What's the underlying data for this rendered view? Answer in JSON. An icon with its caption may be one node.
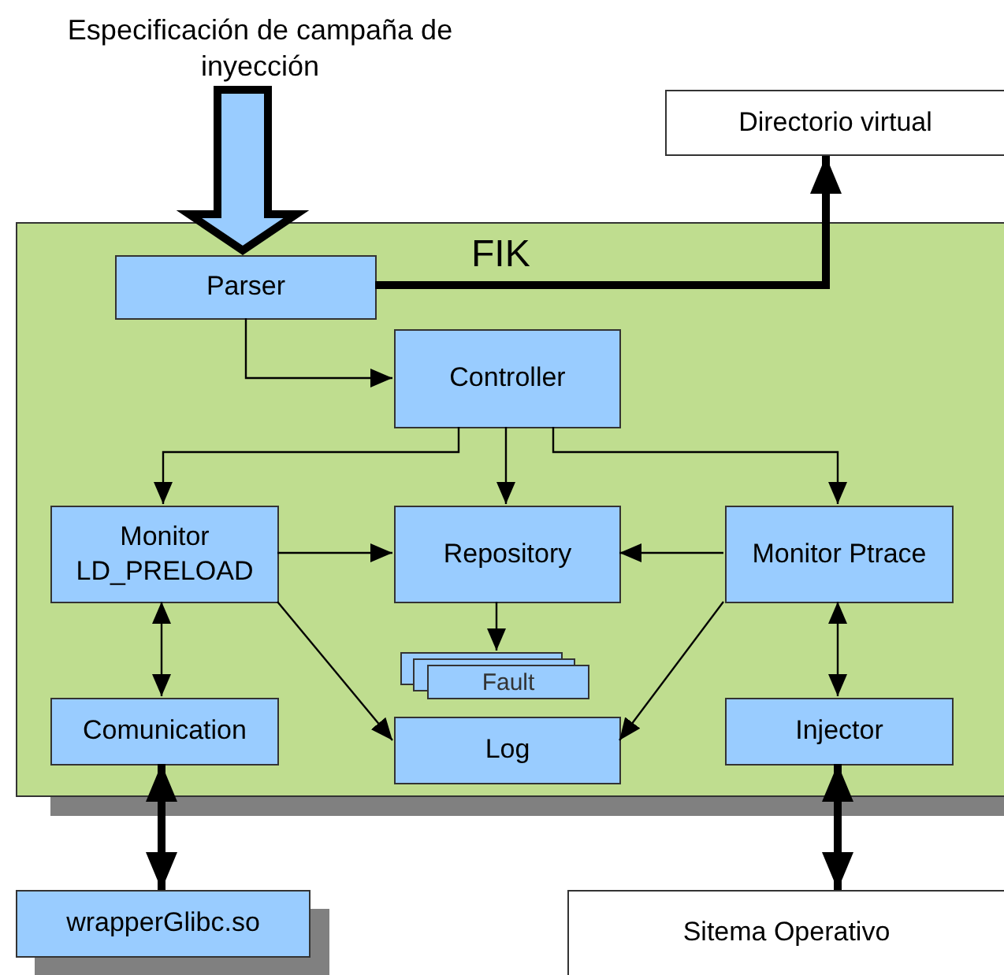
{
  "diagram": {
    "nodes": [
      {
        "text": [
          "Especificación de campaña de inyección"
        ]
      },
      {
        "text": [
          "Directorio virtual"
        ]
      },
      {
        "text": [
          "FIK"
        ]
      },
      {
        "text": [
          "Parser"
        ],
        "in": 2
      },
      {
        "text": [
          "Controller"
        ],
        "in": 2
      },
      {
        "text": [
          "Monitor LD_PRELOAD"
        ],
        "in": 2
      },
      {
        "text": [
          "Repository"
        ],
        "in": 2
      },
      {
        "text": [
          "Monitor Ptrace"
        ],
        "in": 2
      },
      {
        "text": [
          "Fault"
        ],
        "in": 2
      },
      {
        "text": [
          "Comunication"
        ],
        "in": 2
      },
      {
        "text": [
          "Log"
        ],
        "in": 2
      },
      {
        "text": [
          "Injector"
        ],
        "in": 2
      },
      {
        "text": [
          "wrapperGlibc.so"
        ]
      },
      {
        "text": [
          "Sitema Operativo"
        ]
      }
    ],
    "edges": [
      {
        "from": 0,
        "to": 3,
        "arrow": "to",
        "style": "thick"
      },
      {
        "from": 3,
        "to": 1,
        "arrow": "to",
        "style": "thick"
      },
      {
        "from": 3,
        "to": 4,
        "arrow": "to"
      },
      {
        "from": 4,
        "to": 5,
        "arrow": "to"
      },
      {
        "from": 4,
        "to": 6,
        "arrow": "to"
      },
      {
        "from": 4,
        "to": 7,
        "arrow": "to"
      },
      {
        "from": 5,
        "to": 6,
        "arrow": "to"
      },
      {
        "from": 7,
        "to": 6,
        "arrow": "to"
      },
      {
        "from": 6,
        "to": 8,
        "arrow": "to"
      },
      {
        "from": 5,
        "to": 10,
        "arrow": "to"
      },
      {
        "from": 7,
        "to": 10,
        "arrow": "to"
      },
      {
        "from": 5,
        "to": 9,
        "arrow": "both"
      },
      {
        "from": 7,
        "to": 11,
        "arrow": "both"
      },
      {
        "from": 9,
        "to": 12,
        "arrow": "both",
        "style": "thick"
      },
      {
        "from": 11,
        "to": 13,
        "arrow": "both",
        "style": "thick"
      }
    ]
  }
}
